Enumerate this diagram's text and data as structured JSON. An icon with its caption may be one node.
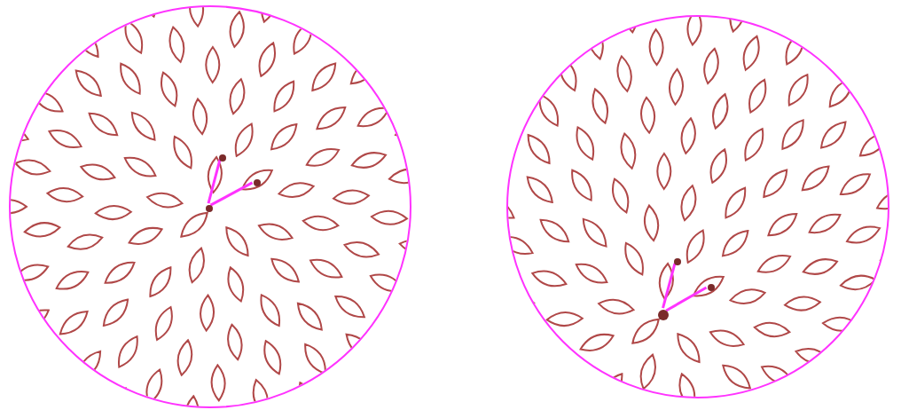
{
  "diagram": {
    "nodes": [
      {
        "text": [],
        "shape": "circle"
      },
      {
        "text": [],
        "shape": "circle",
        "in": 0
      },
      {
        "text": [],
        "shape": "circle",
        "in": 0
      },
      {
        "text": [],
        "shape": "circle",
        "in": 0
      },
      {
        "text": [],
        "shape": "circle"
      },
      {
        "text": [],
        "shape": "circle",
        "in": 4
      },
      {
        "text": [],
        "shape": "circle",
        "in": 4
      },
      {
        "text": [],
        "shape": "circle",
        "in": 4
      }
    ],
    "edges": [
      {
        "from": 3,
        "to": 1,
        "arrow": "none"
      },
      {
        "from": 3,
        "to": 2,
        "arrow": "none"
      },
      {
        "from": 7,
        "to": 5,
        "arrow": "none"
      },
      {
        "from": 7,
        "to": 6,
        "arrow": "none"
      }
    ]
  }
}
